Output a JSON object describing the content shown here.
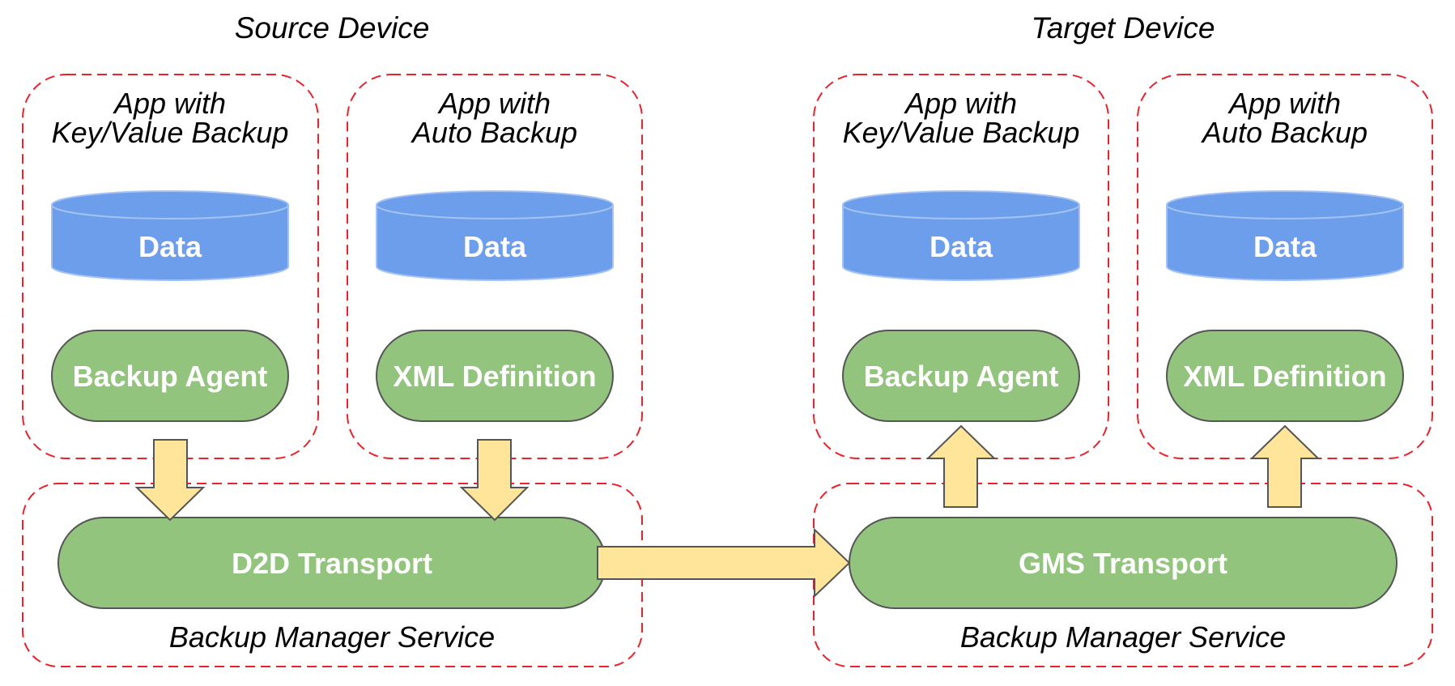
{
  "colors": {
    "group_border": "#e8232b",
    "cylinder_fill": "#6d9eeb",
    "cylinder_stroke": "#a4c2f4",
    "pill_fill": "#93c47d",
    "pill_stroke": "#555555",
    "arrow_fill": "#ffe599",
    "arrow_stroke": "#555555"
  },
  "source": {
    "title": "Source Device",
    "apps": [
      {
        "title_line1": "App with",
        "title_line2": "Key/Value Backup",
        "data_label": "Data",
        "component_label": "Backup Agent"
      },
      {
        "title_line1": "App with",
        "title_line2": "Auto Backup",
        "data_label": "Data",
        "component_label": "XML Definition"
      }
    ],
    "service_label": "Backup Manager Service",
    "transport_label": "D2D Transport"
  },
  "target": {
    "title": "Target Device",
    "apps": [
      {
        "title_line1": "App with",
        "title_line2": "Key/Value Backup",
        "data_label": "Data",
        "component_label": "Backup Agent"
      },
      {
        "title_line1": "App with",
        "title_line2": "Auto Backup",
        "data_label": "Data",
        "component_label": "XML Definition"
      }
    ],
    "service_label": "Backup Manager Service",
    "transport_label": "GMS Transport"
  }
}
